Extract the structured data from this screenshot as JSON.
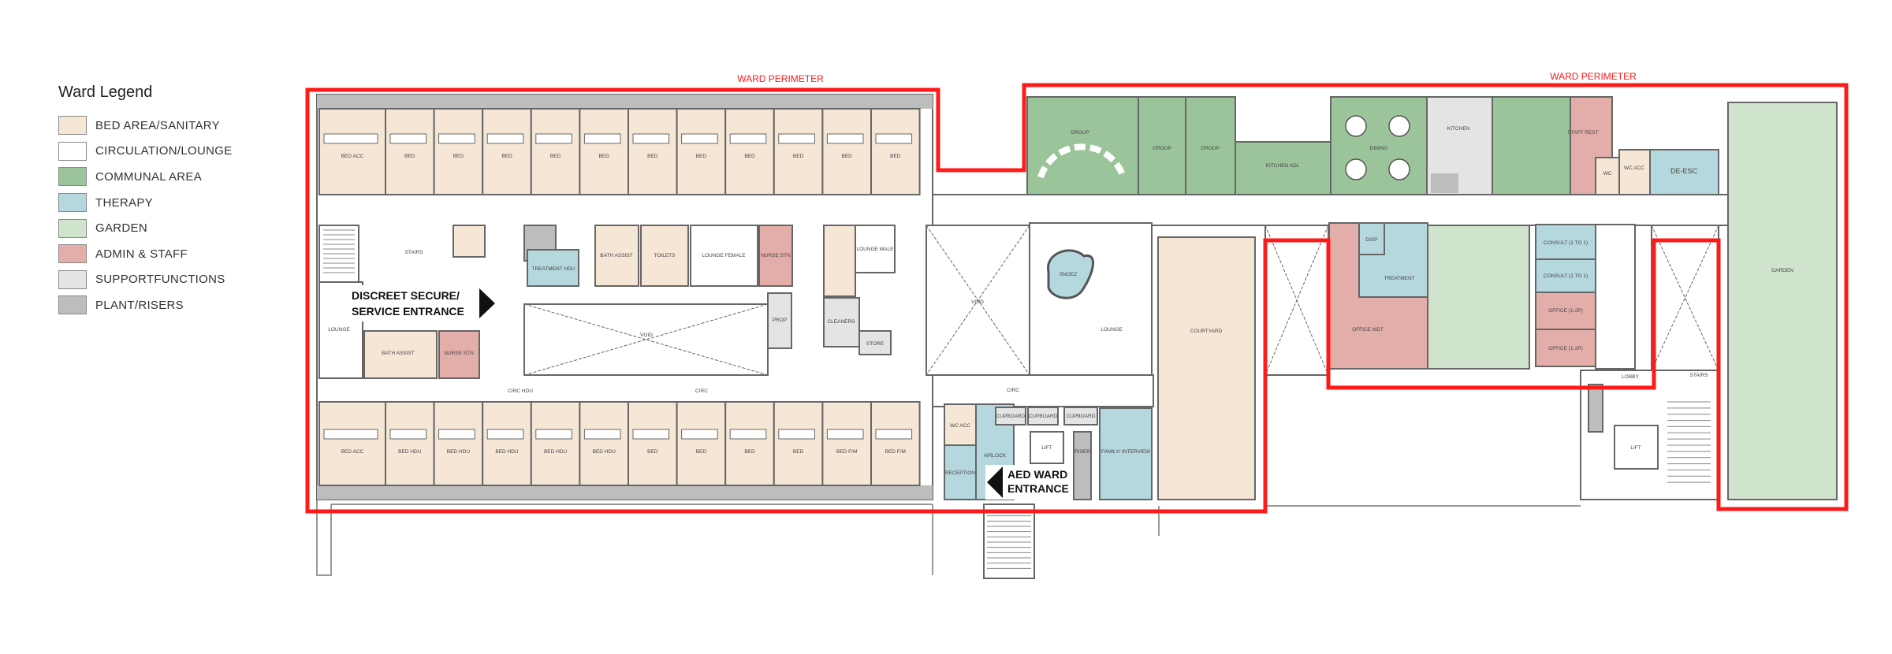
{
  "legend": {
    "title": "Ward Legend",
    "items": [
      {
        "label": "BED AREA/SANITARY",
        "color": "#f5e6d6"
      },
      {
        "label": "CIRCULATION/LOUNGE",
        "color": "#ffffff"
      },
      {
        "label": "COMMUNAL AREA",
        "color": "#9cc49a"
      },
      {
        "label": "THERAPY",
        "color": "#b5d8de"
      },
      {
        "label": "GARDEN",
        "color": "#d0e3cc"
      },
      {
        "label": "ADMIN & STAFF",
        "color": "#e3aea9"
      },
      {
        "label": "SUPPORTFUNCTIONS",
        "color": "#e4e4e4"
      },
      {
        "label": "PLANT/RISERS",
        "color": "#bdbdbd"
      }
    ]
  },
  "perimeter": {
    "label_left": "WARD PERIMETER",
    "label_right": "WARD PERIMETER",
    "color": "#ff1a1a"
  },
  "entrances": {
    "service_line1": "DISCREET SECURE/",
    "service_line2": "SERVICE ENTRANCE",
    "aed_line1": "AED WARD",
    "aed_line2": "ENTRANCE"
  },
  "beds_top": [
    "BED ACC",
    "BED",
    "BED",
    "BED",
    "BED",
    "BED",
    "BED",
    "BED",
    "BED",
    "BED",
    "BED",
    "BED"
  ],
  "beds_bottom": [
    "BED ACC",
    "BED HDU",
    "BED HDU",
    "BED HDU",
    "BED HDU",
    "BED HDU",
    "BED",
    "BED",
    "BED",
    "BED",
    "BED F/M",
    "BED F/M"
  ],
  "rooms": {
    "stairs": "STAIRS",
    "lounge_w": "LOUNGE",
    "bath_assist": "BATH ASSIST",
    "nurse_stn": "NURSE STN",
    "treatment_hdu": "TREATMENT HDU",
    "bath_assist2": "BATH ASSIST",
    "toilets": "TOILETS",
    "lounge_female": "LOUNGE FEMALE",
    "nurse_stn2": "NURSE STN",
    "lounge_male": "LOUNGE MALE",
    "void1": "VOID",
    "void2": "VOID",
    "prop": "PROP",
    "cleaners": "CLEANERS",
    "store": "STORE",
    "circ_hdu": "CIRC HDU",
    "circ": "CIRC",
    "sensory": "SNOEZ",
    "lounge": "LOUNGE",
    "courtyard": "COURTYARD",
    "group1": "GROUP",
    "group2": "GROUP",
    "group3": "GROUP",
    "kitchen_adl": "KITCHEN ADL",
    "dining": "DINING",
    "kitchen": "KITCHEN",
    "staff_rest": "STAFF REST",
    "wc": "WC",
    "wc_acc": "WC ACC",
    "de_esc": "DE-ESC",
    "disp": "DISP",
    "treatment": "TREATMENT",
    "office_mdt": "OFFICE MDT",
    "consult1": "CONSULT (1 TO 1)",
    "consult2": "CONSULT (1 TO 1)",
    "office1": "OFFICE (1-2P)",
    "office2": "OFFICE (1-2P)",
    "garden": "GARDEN",
    "lobby": "LOBBY",
    "stairs_e": "STAIRS",
    "lift": "LIFT",
    "riser": "RISER",
    "cupboard1": "CUPBOARD",
    "cupboard2": "CUPBOARD",
    "cupboard3": "CUPBOARD",
    "family": "FAMILY/ INTERVIEW",
    "reception": "RECEPTION",
    "airlock": "AIRLOCK",
    "wc_acc2": "WC ACC"
  }
}
